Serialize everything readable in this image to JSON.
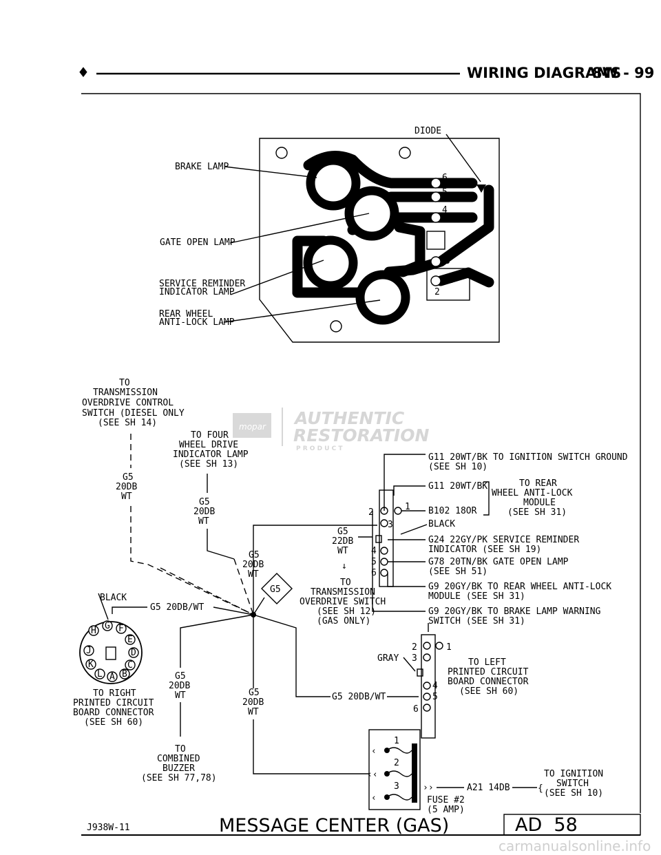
{
  "header": {
    "title": "WIRING DIAGRAMS",
    "page": "8W - 99",
    "bullet": "♦"
  },
  "board": {
    "diode": "DIODE",
    "brake_lamp": "BRAKE LAMP",
    "gate_open_lamp": "GATE OPEN LAMP",
    "service_reminder": [
      "SERVICE REMINDER",
      "INDICATOR LAMP"
    ],
    "rear_wheel": [
      "REAR WHEEL",
      "ANTI-LOCK LAMP"
    ],
    "pins": [
      "6",
      "5",
      "4",
      "3",
      "1",
      "2"
    ]
  },
  "notes": {
    "trans_overdrive": [
      "TO",
      "TRANSMISSION",
      "OVERDRIVE CONTROL",
      "SWITCH (DIESEL ONLY",
      "(SEE SH 14)"
    ],
    "four_wheel": [
      "TO FOUR",
      "WHEEL DRIVE",
      "INDICATOR LAMP",
      "(SEE SH 13)"
    ],
    "trans_switch": [
      "TO",
      "TRANSMISSION",
      "OVERDRIVE SWITCH",
      "(SEE SH 12)",
      "(GAS ONLY)"
    ],
    "right_board": [
      "TO RIGHT",
      "PRINTED CIRCUIT",
      "BOARD CONNECTOR",
      "(SEE SH 60)"
    ],
    "buzzer": [
      "TO",
      "COMBINED",
      "BUZZER",
      "(SEE SH 77,78)"
    ],
    "left_board": [
      "TO LEFT",
      "PRINTED CIRCUIT",
      "BOARD CONNECTOR",
      "(SEE SH 60)"
    ],
    "ignition": [
      "TO IGNITION",
      "SWITCH",
      "(SEE SH 10)"
    ],
    "rear_abs": [
      "TO REAR",
      "WHEEL ANTI-LOCK",
      "MODULE",
      "(SEE SH 31)"
    ]
  },
  "wires": {
    "g5_label": [
      "G5",
      "20DB",
      "WT"
    ],
    "g5_22": [
      "G5",
      "22DB",
      "WT"
    ],
    "g5_20_wt": "G5 20DB/WT",
    "ground_tag": "G5",
    "black": "BLACK",
    "gray": "GRAY",
    "g11_a": [
      "G11 20WT/BK TO IGNITION SWITCH GROUND",
      "(SEE SH 10)"
    ],
    "g11_b": "G11 20WT/BK",
    "b102": "B102 18OR",
    "g24": [
      "G24 22GY/PK   SERVICE REMINDER",
      "INDICATOR (SEE SH 19)"
    ],
    "g78": [
      "G78 20TN/BK GATE OPEN LAMP",
      "(SEE SH 51)"
    ],
    "g9a": [
      "G9 20GY/BK   TO REAR WHEEL ANTI-LOCK",
      "MODULE (SEE SH 31)"
    ],
    "g9b": [
      "G9 20GY/BK   TO BRAKE LAMP WARNING",
      "SWITCH (SEE SH 31)"
    ],
    "a21": "A21 14DB",
    "fuse": [
      "FUSE #2",
      "(5 AMP)"
    ]
  },
  "connector_c1": {
    "pins": [
      "2",
      "1",
      "3",
      "4",
      "5",
      "6"
    ]
  },
  "connector_c2": {
    "pins": [
      "2",
      "1",
      "3",
      "4",
      "5",
      "6"
    ]
  },
  "round_connector": {
    "letters": [
      "H",
      "G",
      "F",
      "E",
      "J",
      "D",
      "K",
      "C",
      "L",
      "A",
      "B"
    ]
  },
  "fuse_block": {
    "pins": [
      "1",
      "2",
      "3"
    ]
  },
  "watermark": {
    "line1": "AUTHENTIC",
    "line2": "RESTORATION",
    "line3": "P R O D U C T",
    "logo": "mopar"
  },
  "footer": {
    "code": "J938W-11",
    "title": "MESSAGE CENTER (GAS)",
    "box": "AD  58",
    "site": "carmanualsonline.info"
  }
}
